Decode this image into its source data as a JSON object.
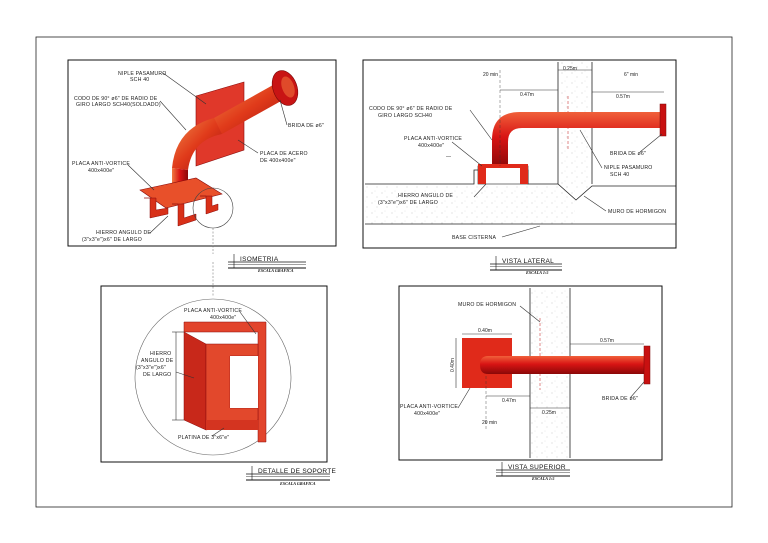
{
  "colors": {
    "pipe": "#d81414",
    "pipe_dark": "#9a0a0a",
    "pipe_light": "#f0603a",
    "plate": "#e0382a",
    "steel": "#ee5530",
    "ink": "#222222"
  },
  "views": {
    "isometric": {
      "title": "ISOMETRIA",
      "scale": "ESCALA GRAFICA",
      "labels": {
        "niple": [
          "NIPLE PASAMURO",
          "SCH 40"
        ],
        "codo": [
          "CODO DE 90° ø6\" DE RADIO DE",
          "GIRO LARGO SCH40(SOLDADO)"
        ],
        "brida": "BRIDA DE ø6\"",
        "placa_acero": [
          "PLACA DE ACERO",
          "DE 400x400e\""
        ],
        "placa_anti": [
          "PLACA ANTI-VORTICE",
          "400x400e\""
        ],
        "hierro": [
          "HIERRO ANGULO DE",
          "(3\"x3\"e\")x6\" DE LARGO"
        ]
      }
    },
    "lateral": {
      "title": "VISTA LATERAL",
      "scale": "ESCALA 1:5",
      "labels": {
        "dim_20": "20 min",
        "dim_047": "0.47m",
        "dim_025": "0.25m",
        "dim_6min": "6\" min",
        "dim_057": "0.57m",
        "codo": [
          "CODO DE 90° ø6\" DE RADIO DE",
          "GIRO LARGO SCH40"
        ],
        "placa_anti": [
          "PLACA ANTI-VORTICE",
          "400x400e\""
        ],
        "brida": "BRIDA DE ø6\"",
        "niple": [
          "NIPLE PASAMURO",
          "SCH 40"
        ],
        "hierro": [
          "HIERRO ANGULO DE",
          "(3\"x3\"e\")x6\" DE LARGO"
        ],
        "muro": "MURO DE HORMIGON",
        "base": "BASE CISTERNA"
      }
    },
    "detail": {
      "title": "DETALLE DE SOPORTE",
      "scale": "ESCALA GRAFICA",
      "labels": {
        "placa_anti": [
          "PLACA ANTI-VORTICE",
          "400x400e\""
        ],
        "hierro": [
          "HIERRO",
          "ANGULO DE",
          "(3\"x3\"e\")x6\"",
          "DE LARGO"
        ],
        "platina": "PLATINA DE 3\"x6\"e\""
      }
    },
    "superior": {
      "title": "VISTA SUPERIOR",
      "scale": "ESCALA 1:5",
      "labels": {
        "muro": "MURO DE HORMIGON",
        "dim_040": "0.40m",
        "dim_040v": "0.40m",
        "dim_057": "0.57m",
        "dim_047": "0.47m",
        "dim_025": "0.25m",
        "dim_20": "20 min",
        "placa_anti": [
          "PLACA ANTI-VORTICE",
          "400x400e\""
        ],
        "brida": "BRIDA DE ø6\""
      }
    }
  }
}
